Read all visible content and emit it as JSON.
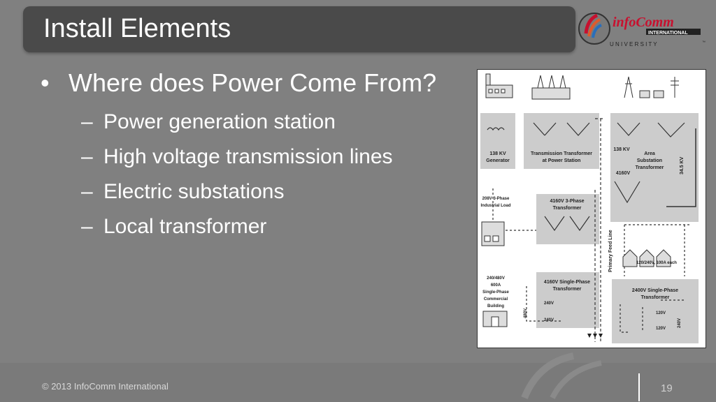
{
  "slide": {
    "title": "Install Elements",
    "bullet": "Where does Power Come From?",
    "sub_items": [
      "Power generation station",
      "High voltage transmission lines",
      "Electric substations",
      "Local transformer"
    ],
    "bullet_symbol": "•",
    "dash_symbol": "–"
  },
  "logo": {
    "brand": "infoComm",
    "line2": "INTERNATIONAL",
    "line3": "U N I V E R S I T Y",
    "tm": "™"
  },
  "diagram": {
    "labels": {
      "gen": [
        "138 KV",
        "Generator"
      ],
      "tt": [
        "Transmission Transformer",
        "at Power Station"
      ],
      "kv138": "138 KV",
      "area": [
        "Area",
        "Substation",
        "Transformer"
      ],
      "kv345": "34.5 KV",
      "v4160": "4160V",
      "ind": [
        "208V 3-Phase",
        "Industrial Load"
      ],
      "t3": [
        "4160V 3-Phase",
        "Transformer"
      ],
      "feed": "Primary Feed Line",
      "res": "120/240V, 100A each",
      "com": [
        "240/480V",
        "600A",
        "Single-Phase",
        "Commercial",
        "Building"
      ],
      "sp1": [
        "4160V Single-Phase",
        "Transformer"
      ],
      "v240a": "240V",
      "v480": "480V",
      "v240b": "240V",
      "sp2": [
        "2400V Single-Phase",
        "Transformer"
      ],
      "v120a": "120V",
      "v240c": "240V",
      "v120b": "120V"
    }
  },
  "footer": {
    "copyright": "© 2013 InfoComm International",
    "page": "19"
  }
}
